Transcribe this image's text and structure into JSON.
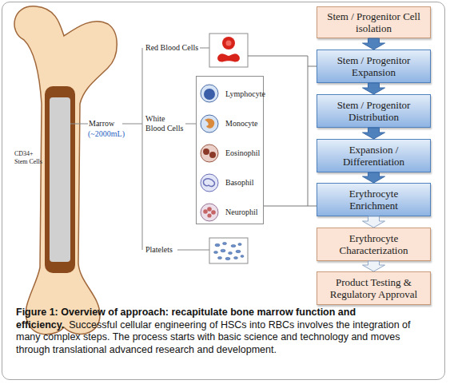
{
  "diagram": {
    "title": "Figure 1: Overview of approach: recapitulate bone marrow function and efficiency.",
    "caption": "Successful cellular engineering of HSCs into RBCs involves the integration of many complex steps. The process starts with basic science and technology and moves through translational advanced research and development.",
    "nodes": [
      {
        "text": [
          "Stem / Progenitor Cell isolation"
        ]
      },
      {
        "text": [
          "Stem / Progenitor Expansion"
        ]
      },
      {
        "text": [
          "Stem / Progenitor Distribution"
        ]
      },
      {
        "text": [
          "Expansion / Differentiation"
        ]
      },
      {
        "text": [
          "Erythrocyte Enrichment"
        ]
      },
      {
        "text": [
          "Erythrocyte Characterization"
        ]
      },
      {
        "text": [
          "Product Testing & Regulatory Approval"
        ]
      },
      {
        "text": [
          "Lymphocyte",
          "Monocyte",
          "Eosinophil",
          "Basophil",
          "Neurophil"
        ]
      }
    ],
    "edges": [
      {
        "from": 0,
        "to": 1,
        "arrow": "to"
      },
      {
        "from": 1,
        "to": 2,
        "arrow": "to"
      },
      {
        "from": 2,
        "to": 3,
        "arrow": "to"
      },
      {
        "from": 3,
        "to": 4,
        "arrow": "to"
      },
      {
        "from": 4,
        "to": 5,
        "arrow": "to"
      },
      {
        "from": 5,
        "to": 6,
        "arrow": "to"
      },
      {
        "from": 7,
        "to": 4,
        "arrow": "none"
      }
    ],
    "labels": [
      "Marrow",
      "(~2000mL)",
      "CD34+ Stem Cells",
      "Red Blood Cells",
      "White Blood Cells",
      "Platelets"
    ]
  }
}
